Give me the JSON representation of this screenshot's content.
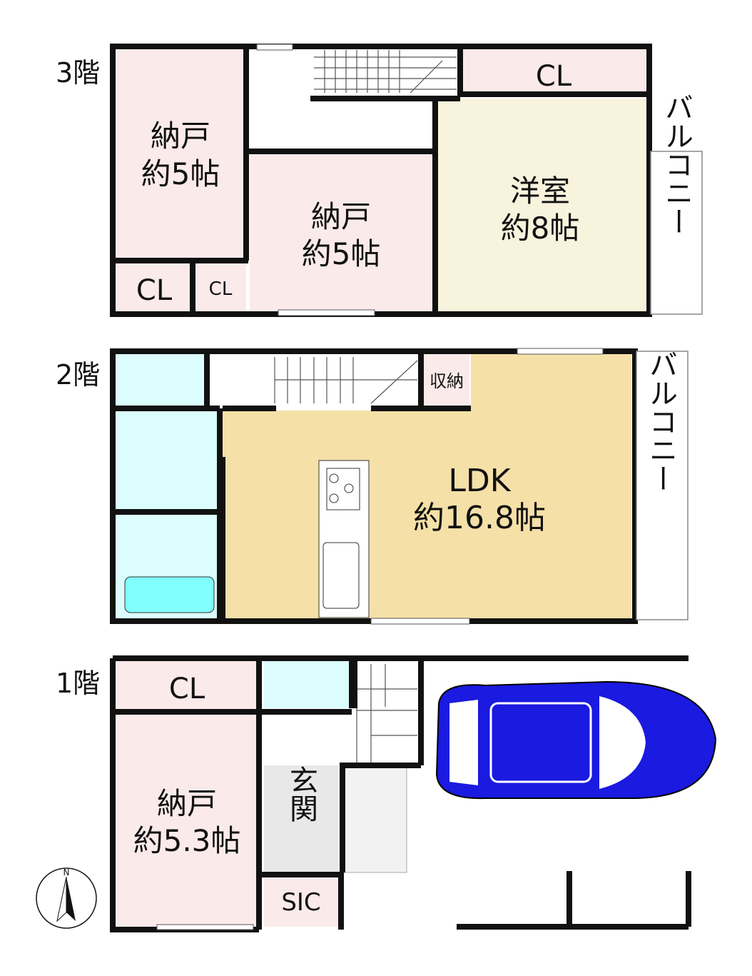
{
  "floors": {
    "f3": "3階",
    "f2": "2階",
    "f1": "1階"
  },
  "floor3": {
    "storage_left_name": "納戸",
    "storage_left_size": "約5帖",
    "storage_mid_name": "納戸",
    "storage_mid_size": "約5帖",
    "western_name": "洋室",
    "western_size": "約8帖",
    "cl_top": "CL",
    "cl_left": "CL",
    "cl_small": "CL",
    "balcony": "バルコニー"
  },
  "floor2": {
    "ldk_name": "LDK",
    "ldk_size": "約16.8帖",
    "storage": "収納",
    "balcony": "バルコニー"
  },
  "floor1": {
    "storage_name": "納戸",
    "storage_size": "約5.3帖",
    "cl": "CL",
    "entrance": "玄関",
    "sic": "SIC"
  },
  "compass": "N",
  "colors": {
    "pink": "#fbeaea",
    "cream": "#f8f3dc",
    "ldk": "#f5e0a8",
    "cyan": "#dcfdfd",
    "car": "#1a1ae0"
  }
}
